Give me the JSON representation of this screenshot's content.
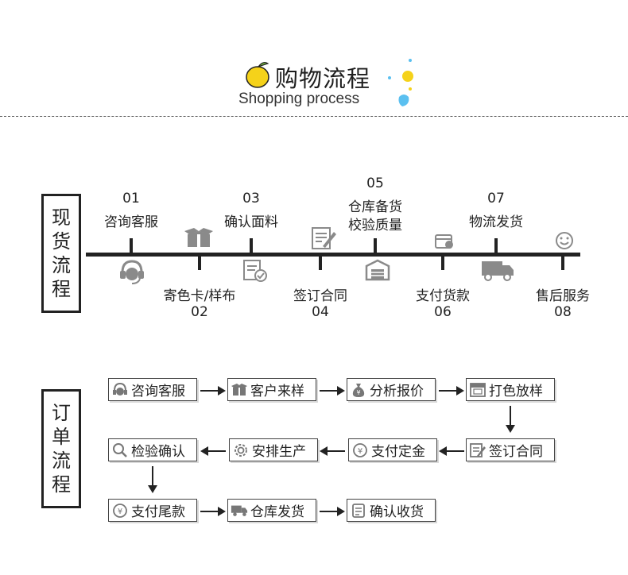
{
  "header": {
    "title_cn": "购物流程",
    "title_en": "Shopping process"
  },
  "stock_flow": {
    "label": "现货流程",
    "steps": [
      {
        "num": "01",
        "label": "咨询客服",
        "icon": "headset-icon"
      },
      {
        "num": "02",
        "label": "寄色卡/样布",
        "icon": "box-icon"
      },
      {
        "num": "03",
        "label": "确认面料",
        "icon": "checklist-icon"
      },
      {
        "num": "04",
        "label": "签订合同",
        "icon": "contract-icon"
      },
      {
        "num": "05",
        "label_line1": "仓库备货",
        "label_line2": "校验质量",
        "icon": "warehouse-icon"
      },
      {
        "num": "06",
        "label": "支付货款",
        "icon": "payment-icon"
      },
      {
        "num": "07",
        "label": "物流发货",
        "icon": "truck-icon"
      },
      {
        "num": "08",
        "label": "售后服务",
        "icon": "smile-icon"
      }
    ]
  },
  "order_flow": {
    "label": "订单流程",
    "row1": [
      {
        "label": "咨询客服",
        "icon": "headset-icon"
      },
      {
        "label": "客户来样",
        "icon": "box-icon"
      },
      {
        "label": "分析报价",
        "icon": "money-bag-icon"
      },
      {
        "label": "打色放样",
        "icon": "swatch-icon"
      }
    ],
    "row2": [
      {
        "label": "检验确认",
        "icon": "search-icon"
      },
      {
        "label": "安排生产",
        "icon": "gear-icon"
      },
      {
        "label": "支付定金",
        "icon": "yen-icon"
      },
      {
        "label": "签订合同",
        "icon": "contract-icon"
      }
    ],
    "row3": [
      {
        "label": "支付尾款",
        "icon": "yen-icon"
      },
      {
        "label": "仓库发货",
        "icon": "truck-icon"
      },
      {
        "label": "确认收货",
        "icon": "checklist-icon"
      }
    ]
  },
  "colors": {
    "lemon": "#f5d21a",
    "dot_blue": "#5bc0f0",
    "icon_gray": "#8a8a8a",
    "line": "#222222"
  }
}
